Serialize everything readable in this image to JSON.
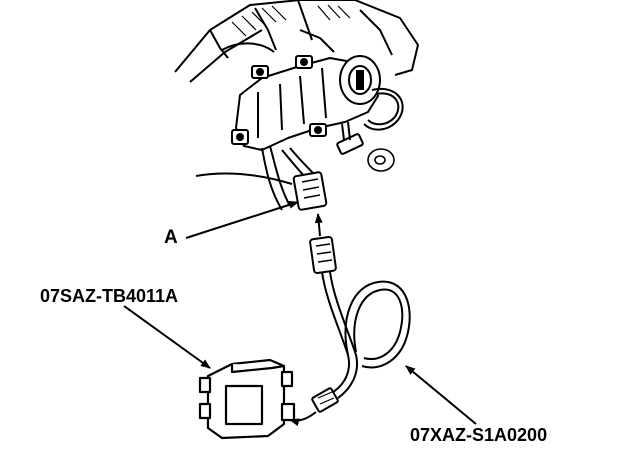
{
  "labels": {
    "connector_callout": "A",
    "tool_part_number": "07SAZ-TB4011A",
    "cable_part_number": "07XAZ-S1A0200"
  },
  "colors": {
    "ink": "#000000",
    "paper": "#ffffff"
  }
}
